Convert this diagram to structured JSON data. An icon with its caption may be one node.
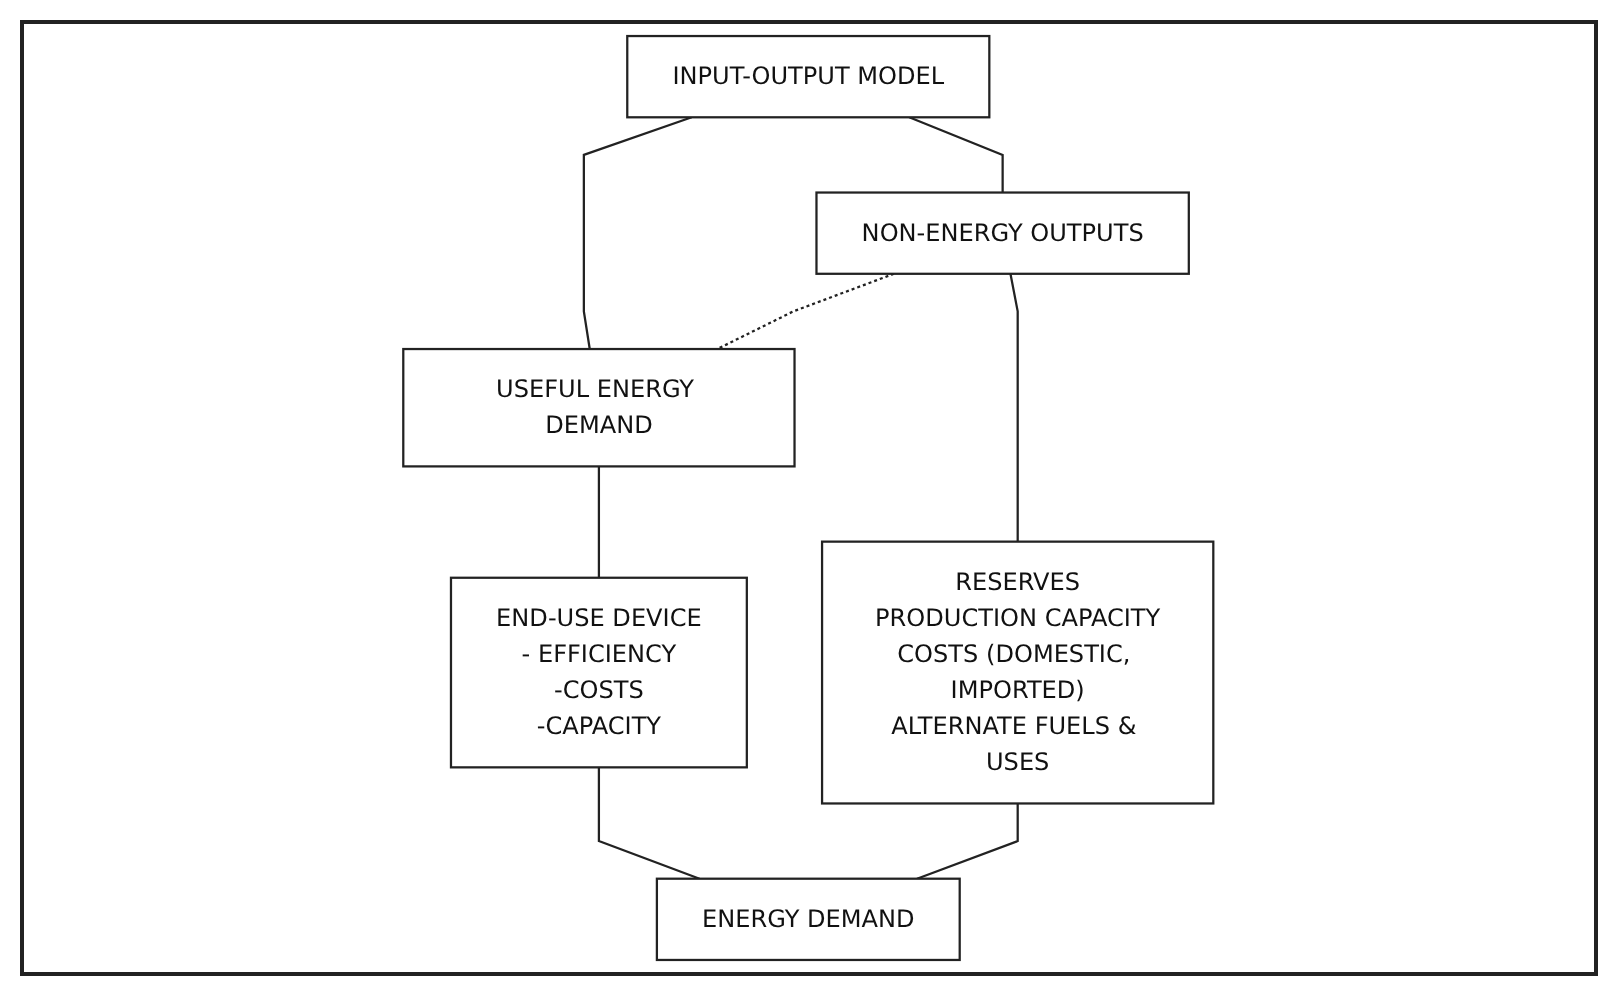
{
  "diagram": {
    "nodes": [
      {
        "text": [
          "INPUT-OUTPUT MODEL"
        ]
      },
      {
        "text": [
          "NON-ENERGY OUTPUTS"
        ]
      },
      {
        "text": [
          "USEFUL ENERGY DEMAND"
        ]
      },
      {
        "text": [
          "END-USE DEVICE",
          "- EFFICIENCY",
          "-COSTS",
          "-CAPACITY"
        ]
      },
      {
        "text": [
          "RESERVES",
          "PRODUCTION CAPACITY",
          "COSTS (DOMESTIC, IMPORTED)",
          "ALTERNATE FUELS & USES"
        ]
      },
      {
        "text": [
          "ENERGY DEMAND"
        ]
      }
    ],
    "edges": [
      {
        "from": 0,
        "to": 1,
        "arrow": "none"
      },
      {
        "from": 0,
        "to": 2,
        "arrow": "none"
      },
      {
        "from": 1,
        "to": 2,
        "arrow": "none",
        "style": "dashed"
      },
      {
        "from": 2,
        "to": 3,
        "arrow": "none"
      },
      {
        "from": 1,
        "to": 4,
        "arrow": "none"
      },
      {
        "from": 3,
        "to": 5,
        "arrow": "none"
      },
      {
        "from": 4,
        "to": 5,
        "arrow": "none"
      }
    ]
  }
}
